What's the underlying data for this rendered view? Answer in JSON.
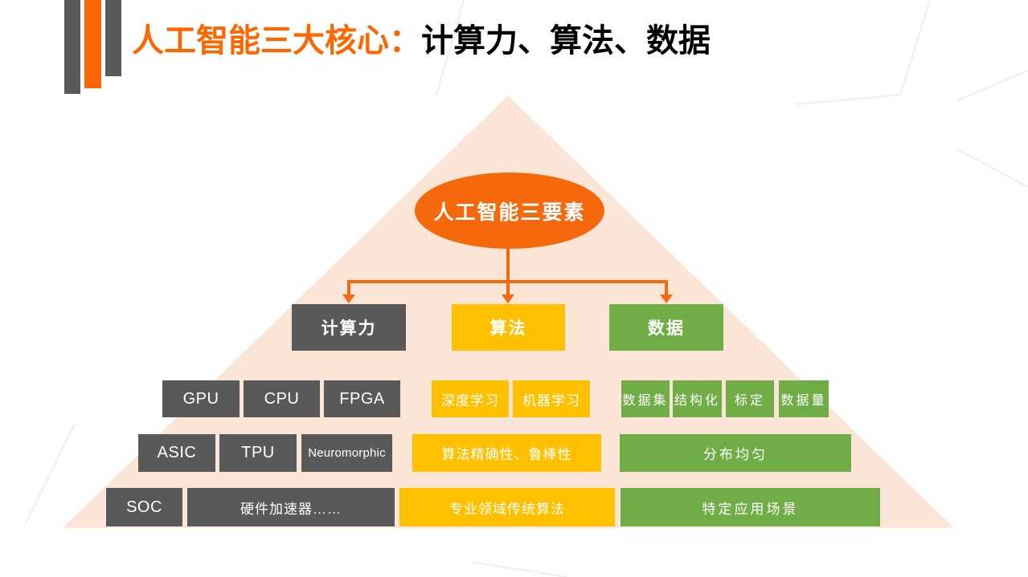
{
  "slide": {
    "title": {
      "highlight": "人工智能三大核心：",
      "rest": "计算力、算法、数据"
    }
  },
  "pyramid": {
    "apex_label": "人工智能三要素",
    "level1": {
      "computing": "计算力",
      "algorithm": "算法",
      "data": "数据"
    },
    "computing_items": [
      "GPU",
      "CPU",
      "FPGA",
      "ASIC",
      "TPU",
      "Neuromorphic",
      "SOC",
      "硬件加速器……"
    ],
    "algorithm_items": [
      "深度学习",
      "机器学习",
      "算法精确性、鲁棒性",
      "专业领域传统算法"
    ],
    "data_items": [
      "数据集",
      "结构化",
      "标定",
      "数据量",
      "分布均匀",
      "特定应用场景"
    ]
  },
  "colors": {
    "accent_orange": "#FF6600",
    "shape_orange": "#F5690C",
    "dark_gray": "#595959",
    "amber": "#FFC000",
    "green": "#70AD47",
    "pyramid_fill": "#FBE5D6"
  }
}
